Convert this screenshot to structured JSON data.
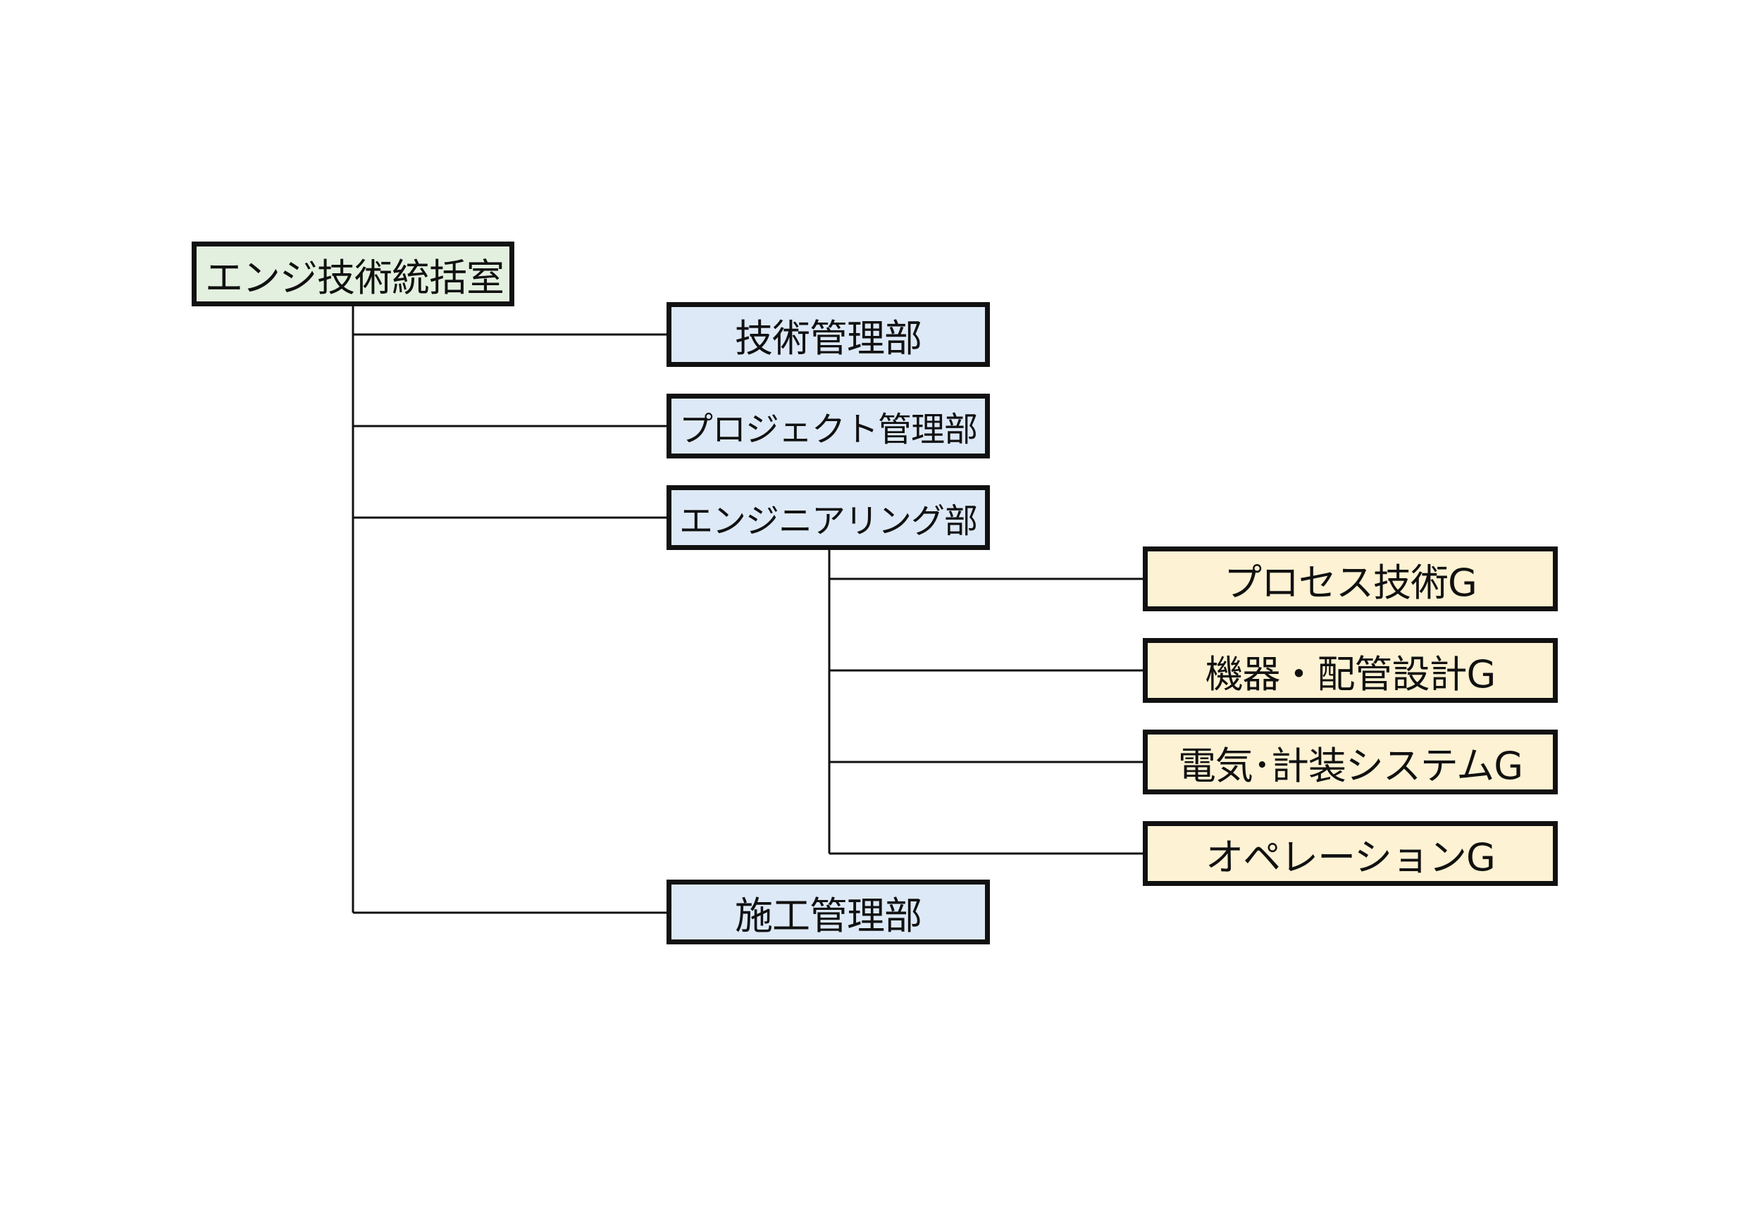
{
  "org_chart": {
    "root": {
      "label": "エンジ技術統括室"
    },
    "departments": [
      {
        "label": "技術管理部"
      },
      {
        "label": "プロジェクト管理部"
      },
      {
        "label": "エンジニアリング部"
      },
      {
        "label": "施工管理部"
      }
    ],
    "engineering_groups": [
      {
        "label": "プロセス技術G"
      },
      {
        "label": "機器・配管設計G"
      },
      {
        "label": "電気･計装システムG"
      },
      {
        "label": "オペレーションG"
      }
    ]
  },
  "colors": {
    "root_fill": "#e3f0df",
    "department_fill": "#dde9f6",
    "group_fill": "#fdf2d3",
    "border": "#111111",
    "connector": "#111111"
  }
}
